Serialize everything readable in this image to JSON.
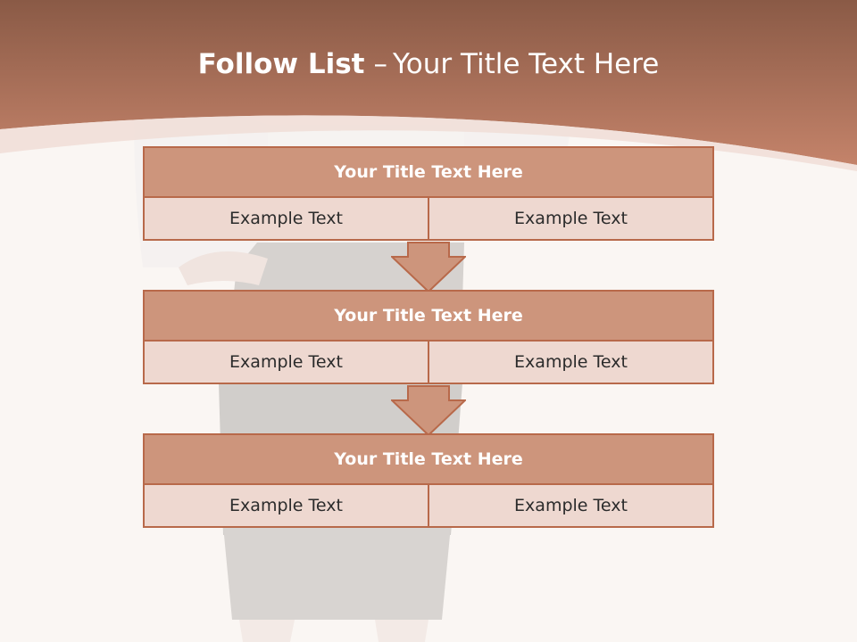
{
  "title": {
    "bold": "Follow List",
    "dash": "–",
    "rest": "Your Title Text Here"
  },
  "blocks": [
    {
      "title": "Your Title Text Here",
      "left": "Example Text",
      "right": "Example Text"
    },
    {
      "title": "Your Title Text Here",
      "left": "Example Text",
      "right": "Example Text"
    },
    {
      "title": "Your Title Text Here",
      "left": "Example Text",
      "right": "Example Text"
    }
  ],
  "colors": {
    "header": "#b97a5c",
    "block_title": "#cd957c",
    "block_cell": "#eed8d0",
    "border": "#b8694a",
    "background": "#faf6f3"
  }
}
